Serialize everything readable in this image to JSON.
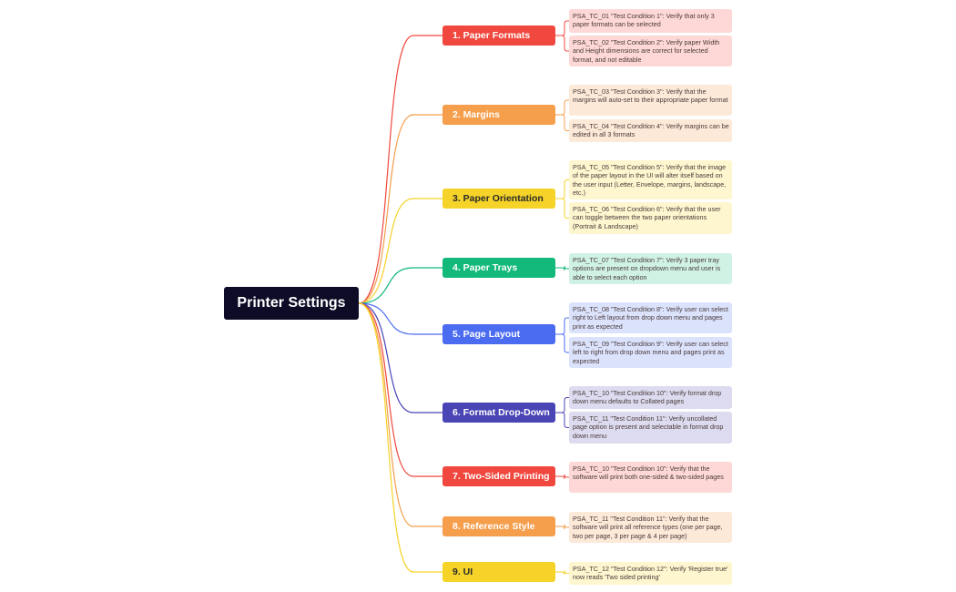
{
  "root": {
    "label": "Printer Settings",
    "bg": "#0d0b26"
  },
  "branches": [
    {
      "label": "1. Paper Formats",
      "color": "#f0483e",
      "leaf_bg": "#fdd8d6",
      "leaves": [
        "PSA_TC_01 \"Test Condition 1\": Verify that only 3 paper formats can be selected",
        "PSA_TC_02 \"Test Condition 2\": Verify paper Width and Height dimensions are correct for selected format, and not editable"
      ]
    },
    {
      "label": "2. Margins",
      "color": "#f59e4c",
      "leaf_bg": "#fde9d8",
      "leaves": [
        "PSA_TC_03 \"Test Condition 3\": Verify that the margins will auto-set to their appropriate paper format",
        "PSA_TC_04 \"Test Condition 4\": Verify margins can be edited in all 3 formats"
      ]
    },
    {
      "label": "3. Paper Orientation",
      "color": "#f5d328",
      "leaf_bg": "#fdf6cf",
      "dark_text": true,
      "leaves": [
        "PSA_TC_05 \"Test Condition 5\": Verify that the image of the paper layout in the UI will alter itself based on the user input (Letter, Envelope, margins, landscape, etc.)",
        "PSA_TC_06 \"Test Condition 6\": Verify that the user can toggle between the two paper orientations (Portrait & Landscape)"
      ]
    },
    {
      "label": "4. Paper Trays",
      "color": "#12b97a",
      "leaf_bg": "#cff2e4",
      "leaves": [
        "PSA_TC_07 \"Test Condition 7\": Verify 3 paper tray options are present on dropdown menu and user is able to select each option"
      ]
    },
    {
      "label": "5. Page Layout",
      "color": "#4b6cf0",
      "leaf_bg": "#dbe2fc",
      "leaves": [
        "PSA_TC_08 \"Test Condition 8\": Verify user can select right to Left layout from drop down menu and pages print as expected",
        "PSA_TC_09 \"Test Condition 9\": Verify user can select left to right from drop down menu and pages print as expected"
      ]
    },
    {
      "label": "6. Format Drop-Down",
      "color": "#4a45b5",
      "leaf_bg": "#dcdbef",
      "leaves": [
        "PSA_TC_10 \"Test Condition 10\": Verify format drop down menu defaults to Collated pages",
        "PSA_TC_11 \"Test Condition 11\": Verify uncollated page option is present and selectable in format drop down menu"
      ]
    },
    {
      "label": "7. Two-Sided Printing",
      "color": "#f0483e",
      "leaf_bg": "#fdd8d6",
      "leaves": [
        "PSA_TC_10 \"Test Condition 10\": Verify that the software will print both one-sided & two-sided pages"
      ]
    },
    {
      "label": "8. Reference Style",
      "color": "#f59e4c",
      "leaf_bg": "#fde9d8",
      "leaves": [
        "PSA_TC_11 \"Test Condition 11\": Verify that the software will print all reference types (one per page, two per page, 3 per page & 4 per page)"
      ]
    },
    {
      "label": "9. UI",
      "color": "#f5d328",
      "leaf_bg": "#fdf6cf",
      "dark_text": true,
      "leaves": [
        "PSA_TC_12 \"Test Condition 12\": Verify 'Register true' now reads 'Two sided printing'"
      ]
    }
  ]
}
